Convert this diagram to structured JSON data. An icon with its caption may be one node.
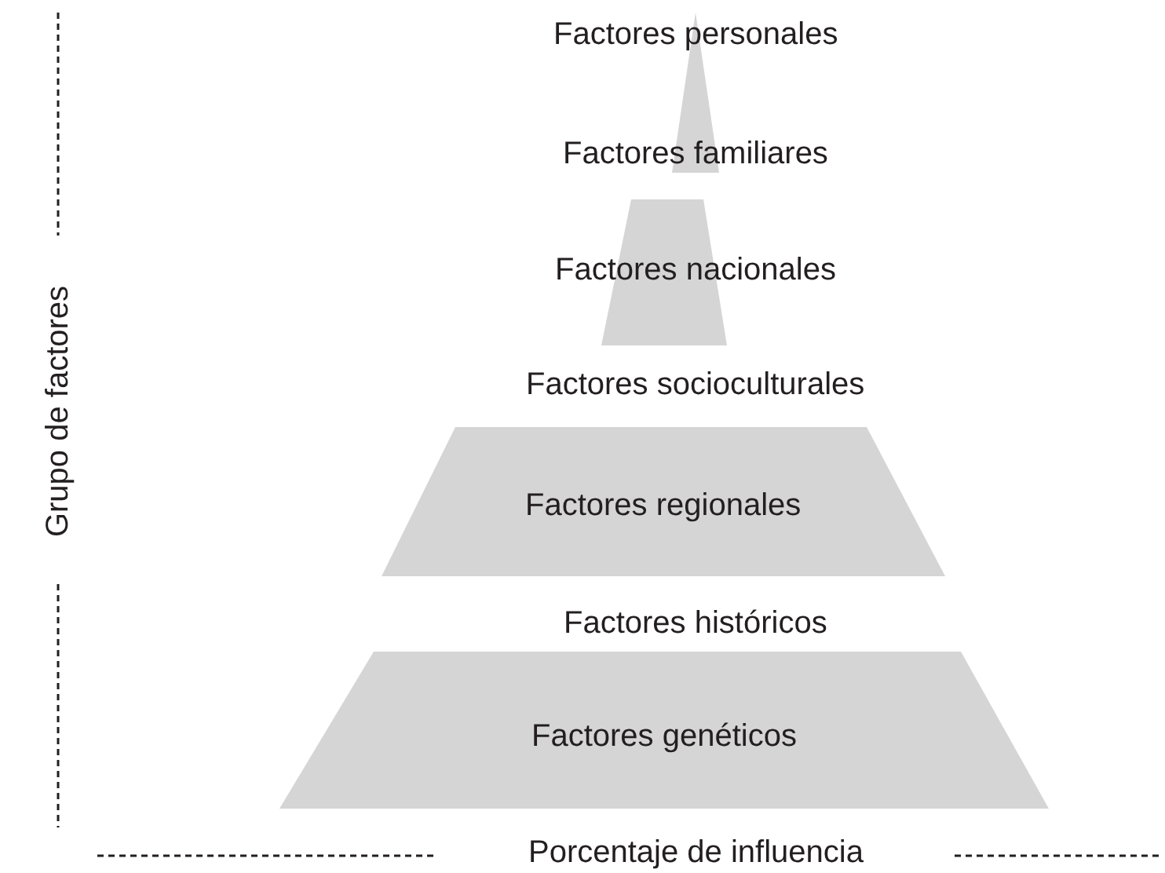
{
  "diagram": {
    "nodes": [
      {
        "text": [
          "Factores personales"
        ]
      },
      {
        "text": [
          "Factores nacionales"
        ]
      },
      {
        "text": [
          "Factores regionales"
        ]
      },
      {
        "text": [
          "Factores genéticos"
        ]
      }
    ],
    "labels": [
      "Factores familiares",
      "Factores socioculturales",
      "Factores históricos",
      "Grupo de factores",
      "Porcentaje de influencia"
    ]
  }
}
